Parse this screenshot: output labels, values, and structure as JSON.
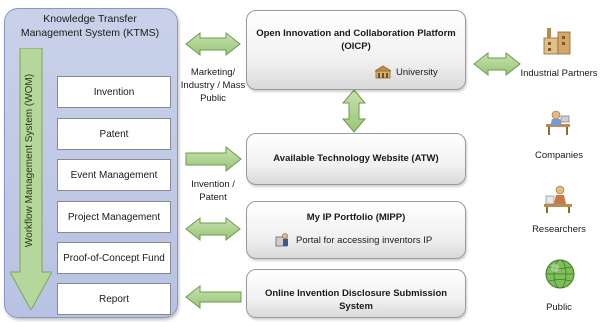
{
  "ktms": {
    "title": "Knowledge Transfer Management System (KTMS)",
    "workflow_label": "Workflow Management System (WOM)",
    "modules": [
      "Invention",
      "Patent",
      "Event Management",
      "Project Management",
      "Proof-of-Concept Fund",
      "Report"
    ]
  },
  "labels": {
    "marketing": "Marketing/ Industry / Mass Public",
    "invention_patent": "Invention / Patent"
  },
  "platforms": {
    "oicp_title": "Open Innovation and Collaboration Platform (OICP)",
    "oicp_sub": "University",
    "atw_title": "Available Technology Website (ATW)",
    "mipp_title": "My IP Portfolio (MIPP)",
    "mipp_sub": "Portal for accessing inventors IP",
    "oidss_title": "Online Invention Disclosure Submission System"
  },
  "entities": [
    {
      "label": "Industrial Partners",
      "icon": "industrial-partners-icon"
    },
    {
      "label": "Companies",
      "icon": "companies-icon"
    },
    {
      "label": "Researchers",
      "icon": "researchers-icon"
    },
    {
      "label": "Public",
      "icon": "public-globe-icon"
    }
  ],
  "colors": {
    "ktms_fill": "#bcc5e4",
    "arrow_fill": "#a9d18e",
    "arrow_stroke": "#6d9a4e",
    "wom_fill": "#b6d79b"
  }
}
